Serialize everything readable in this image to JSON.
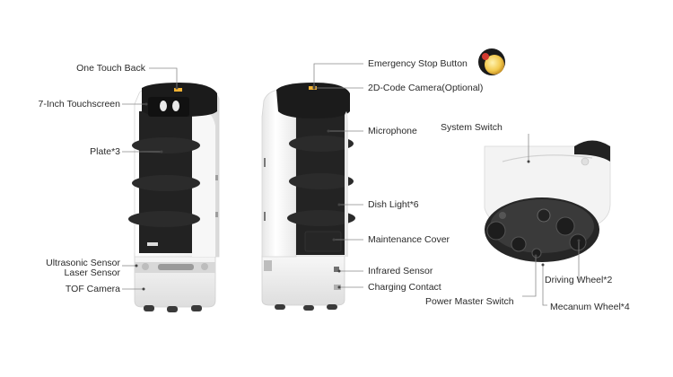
{
  "labels": {
    "one_touch_back": "One Touch Back",
    "touchscreen": "7-Inch Touchscreen",
    "plate": "Plate*3",
    "ultrasonic": "Ultrasonic Sensor",
    "laser": "Laser Sensor",
    "tof": "TOF Camera",
    "emergency": "Emergency Stop Button",
    "camera_2d": "2D-Code Camera(Optional)",
    "microphone": "Microphone",
    "dish_light": "Dish Light*6",
    "maintenance": "Maintenance Cover",
    "infrared": "Infrared Sensor",
    "charging": "Charging Contact",
    "system_switch": "System Switch",
    "driving_wheel": "Driving Wheel*2",
    "power_switch": "Power Master Switch",
    "mecanum": "Mecanum Wheel*4"
  },
  "colors": {
    "body_white": "#f4f4f4",
    "body_shade": "#e2e2e2",
    "dark": "#1e1e1e",
    "tray": "#2b2b2b",
    "line": "#8a8a8a",
    "accent": "#f2b233"
  }
}
